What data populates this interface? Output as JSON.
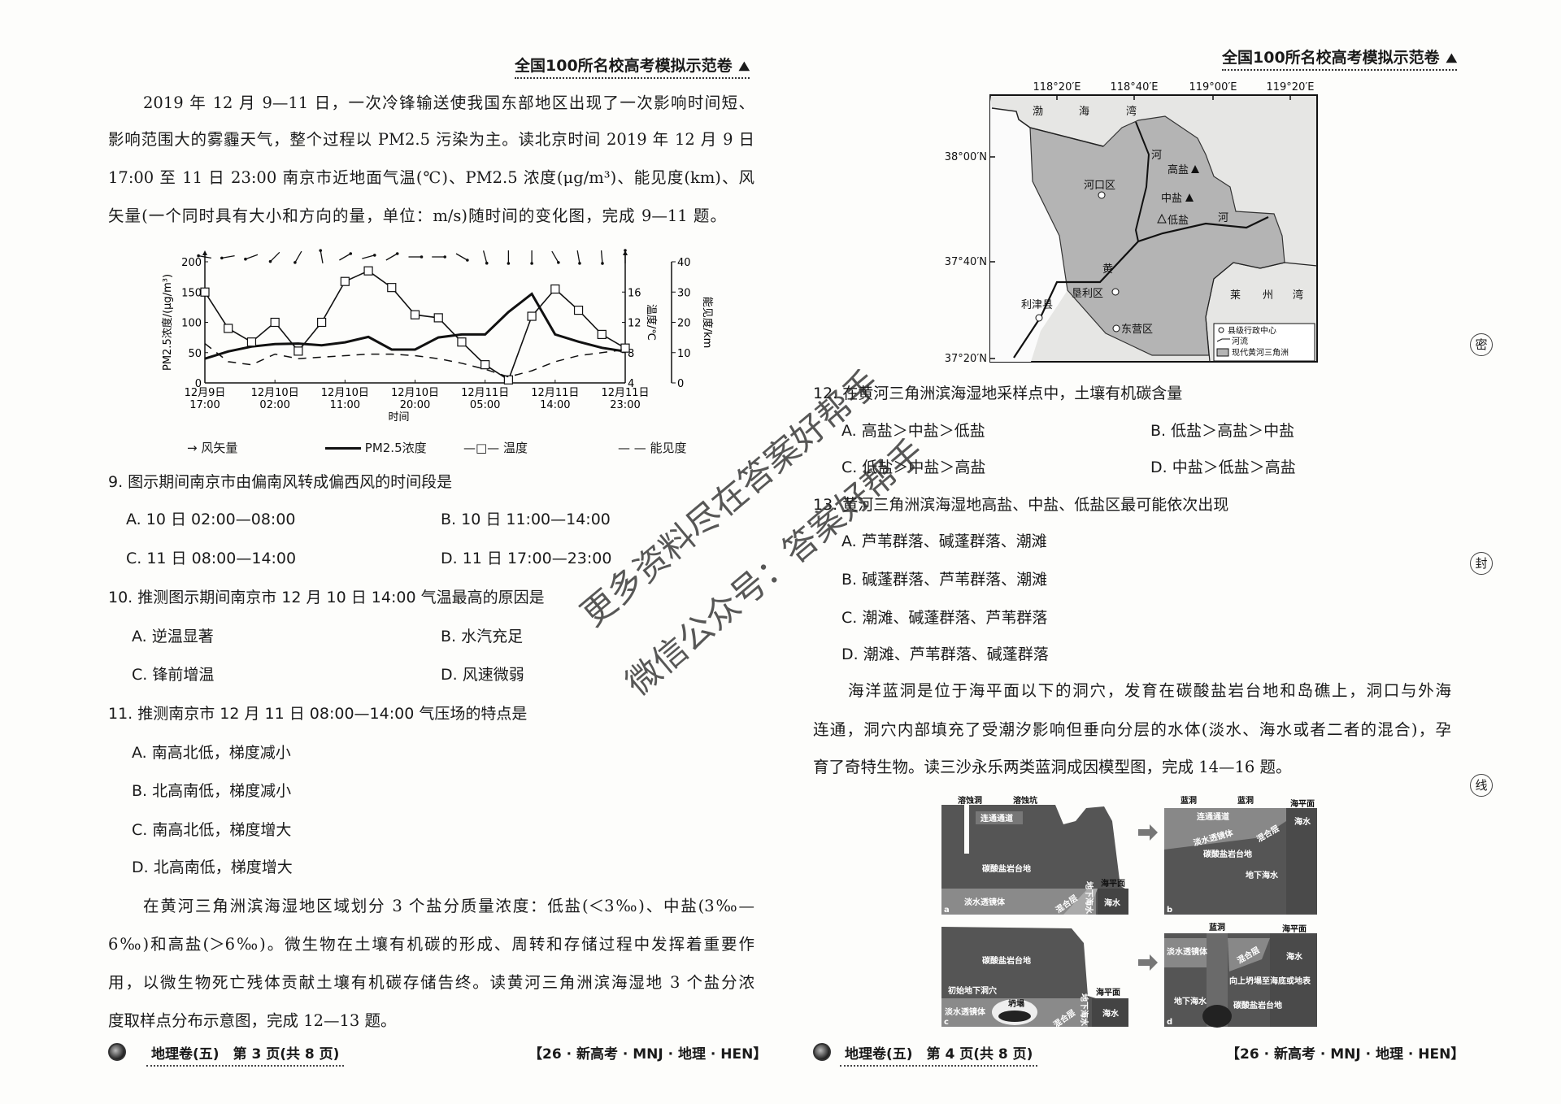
{
  "left_page": {
    "header": "全国100所名校高考模拟示范卷",
    "intro_lines": [
      "2019 年 12 月 9—11 日，一次冷锋输送使我国东部地区出现了一次影响时间短、",
      "影响范围大的雾霾天气，整个过程以 PM2.5 污染为主。读北京时间 2019 年 12 月 9 日",
      "17:00 至 11 日 23:00 南京市近地面气温(℃)、PM2.5 浓度(μg/m³)、能见度(km)、风",
      "矢量(一个同时具有大小和方向的量，单位：m/s)随时间的变化图，完成 9—11 题。"
    ],
    "questions": [
      {
        "stem": "9. 图示期间南京市由偏南风转成偏西风的时间段是",
        "options": [
          "A. 10 日 02:00—08:00",
          "B. 10 日 11:00—14:00",
          "C. 11 日 08:00—14:00",
          "D. 11 日 17:00—23:00"
        ]
      },
      {
        "stem": "10. 推测图示期间南京市 12 月 10 日 14:00 气温最高的原因是",
        "options": [
          "A. 逆温显著",
          "B. 水汽充足",
          "C. 锋前增温",
          "D. 风速微弱"
        ]
      },
      {
        "stem": "11. 推测南京市 12 月 11 日 08:00—14:00 气压场的特点是",
        "options": [
          "A. 南高北低，梯度减小",
          "B. 北高南低，梯度减小",
          "C. 南高北低，梯度增大",
          "D. 北高南低，梯度增大"
        ]
      }
    ],
    "passage_lines": [
      "在黄河三角洲滨海湿地区域划分 3 个盐分质量浓度：低盐(＜3‰)、中盐(3‰—",
      "6‰)和高盐(＞6‰)。微生物在土壤有机碳的形成、周转和存储过程中发挥着重要作",
      "用，以微生物死亡残体贡献土壤有机碳存储告终。读黄河三角洲滨海湿地 3 个盐分浓",
      "度取样点分布示意图，完成 12—13 题。"
    ],
    "footer_left": "地理卷(五)　第 3 页(共 8 页)",
    "footer_right": "【26 · 新高考 · MNJ · 地理 · HEN】"
  },
  "chart_data": {
    "type": "line",
    "xlabel": "时间",
    "x": [
      "12月9日17:00",
      "20:00",
      "23:00",
      "12月10日02:00",
      "05:00",
      "08:00",
      "12月10日11:00",
      "14:00",
      "17:00",
      "12月10日20:00",
      "23:00",
      "02:00",
      "12月11日05:00",
      "08:00",
      "11:00",
      "12月11日14:00",
      "17:00",
      "20:00",
      "12月11日23:00"
    ],
    "x_tick_labels": [
      {
        "index": 0,
        "line1": "12月9日",
        "line2": "17:00"
      },
      {
        "index": 3,
        "line1": "12月10日",
        "line2": "02:00"
      },
      {
        "index": 6,
        "line1": "12月10日",
        "line2": "11:00"
      },
      {
        "index": 9,
        "line1": "12月10日",
        "line2": "20:00"
      },
      {
        "index": 12,
        "line1": "12月11日",
        "line2": "05:00"
      },
      {
        "index": 15,
        "line1": "12月11日",
        "line2": "14:00"
      },
      {
        "index": 18,
        "line1": "12月11日",
        "line2": "23:00"
      }
    ],
    "axes": {
      "left": {
        "label": "PM2.5浓度/(μg/m³)",
        "range": [
          0,
          200
        ],
        "ticks": [
          "0",
          "50",
          "100",
          "150",
          "200"
        ]
      },
      "right_inner": {
        "label": "温度/℃",
        "range": [
          4,
          20
        ],
        "ticks": [
          "4",
          "8",
          "12",
          "16"
        ]
      },
      "right_outer": {
        "label": "能见度/km",
        "range": [
          0,
          40
        ],
        "ticks": [
          "0",
          "10",
          "20",
          "30",
          "40"
        ]
      }
    },
    "series": [
      {
        "name": "PM2.5浓度",
        "axis": "left",
        "style": "thick-solid",
        "values": [
          40,
          52,
          60,
          64,
          65,
          62,
          67,
          76,
          55,
          55,
          75,
          80,
          80,
          117,
          147,
          80,
          68,
          58,
          52
        ]
      },
      {
        "name": "温度",
        "axis": "right_inner",
        "style": "solid-square-markers",
        "values": [
          16,
          11.2,
          9.4,
          12,
          8.2,
          12,
          17.4,
          18.8,
          16.6,
          13,
          12.6,
          9.4,
          6.4,
          4.4,
          12.8,
          16.4,
          13.6,
          10.4,
          8.6
        ]
      },
      {
        "name": "能见度",
        "axis": "right_outer",
        "style": "dashed",
        "values": [
          13,
          7,
          6,
          9.5,
          8,
          8.5,
          9,
          9.5,
          9.5,
          9,
          8,
          6.5,
          4.5,
          2,
          4,
          7,
          9,
          10,
          11
        ]
      },
      {
        "name": "风矢量",
        "style": "arrows",
        "direction_deg": [
          -80,
          -100,
          -110,
          -135,
          -150,
          -10,
          60,
          75,
          60,
          90,
          90,
          120,
          165,
          180,
          180,
          150,
          170,
          175,
          0
        ]
      }
    ],
    "legend": {
      "placement": "bottom",
      "items": [
        "风矢量",
        "PM2.5浓度",
        "温度",
        "能见度"
      ]
    },
    "grid": false
  },
  "right_page": {
    "header": "全国100所名校高考模拟示范卷",
    "map": {
      "lon_labels": [
        "118°20′E",
        "118°40′E",
        "119°00′E",
        "119°20′E"
      ],
      "lat_labels": [
        "38°00′N",
        "37°40′N",
        "37°20′N"
      ],
      "sea_bohai": [
        "渤",
        "海",
        "湾"
      ],
      "sea_laizhou": [
        "莱",
        "州",
        "湾"
      ],
      "river_chars": [
        "河",
        "河",
        "黄"
      ],
      "places": {
        "hekou": "河口区",
        "kenli": "垦利区",
        "lijin": "利津县",
        "dongying": "东营区"
      },
      "samples": {
        "high": "高盐",
        "mid": "中盐",
        "low": "低盐"
      },
      "legend": [
        "县级行政中心",
        "河流",
        "现代黄河三角洲"
      ],
      "colors": {
        "delta": "#b4b4b4",
        "sea": "#e6e6e4"
      }
    },
    "questions": [
      {
        "stem": "12. 在黄河三角洲滨海湿地采样点中，土壤有机碳含量",
        "options": [
          "A. 高盐＞中盐＞低盐",
          "B. 低盐＞高盐＞中盐",
          "C. 低盐＞中盐＞高盐",
          "D. 中盐＞低盐＞高盐"
        ]
      },
      {
        "stem": "13. 黄河三角洲滨海湿地高盐、中盐、低盐区最可能依次出现",
        "options": [
          "A. 芦苇群落、碱蓬群落、潮滩",
          "B. 碱蓬群落、芦苇群落、潮滩",
          "C. 潮滩、碱蓬群落、芦苇群落",
          "D. 潮滩、芦苇群落、碱蓬群落"
        ]
      }
    ],
    "passage_lines": [
      "海洋蓝洞是位于海平面以下的洞穴，发育在碳酸盐岩台地和岛礁上，洞口与外海",
      "连通，洞穴内部填充了受潮汐影响但垂向分层的水体(淡水、海水或者二者的混合)，孕",
      "育了奇特生物。读三沙永乐两类蓝洞成因模型图，完成 14—16 题。"
    ],
    "figure": {
      "a": {
        "tag": "a",
        "labels": [
          "溶蚀洞",
          "溶蚀坑",
          "连通通道",
          "碳酸盐岩台地",
          "海平面",
          "淡水透镜体",
          "混合层",
          "地下海水",
          "海水"
        ]
      },
      "b": {
        "tag": "b",
        "labels": [
          "蓝洞",
          "蓝洞",
          "海平面",
          "海水",
          "连通通道",
          "淡水透镜体",
          "混合层",
          "碳酸盐岩台地",
          "地下海水"
        ]
      },
      "c": {
        "tag": "c",
        "labels": [
          "碳酸盐岩台地",
          "初始地下洞穴",
          "坍塌",
          "淡水透镜体",
          "混合层",
          "地下海水",
          "海平面",
          "海水"
        ]
      },
      "d": {
        "tag": "d",
        "labels": [
          "蓝洞",
          "海平面",
          "淡水透镜体",
          "混合层",
          "海水",
          "向上坍塌至海底或地表",
          "地下海水",
          "碳酸盐岩台地"
        ]
      }
    },
    "footer_left": "地理卷(五)　第 4 页(共 8 页)",
    "footer_right": "【26 · 新高考 · MNJ · 地理 · HEN】",
    "binding_marks": [
      "密",
      "封",
      "线"
    ]
  },
  "watermark": [
    "更多资料尽在答案好帮手",
    "微信公众号：答案好帮手"
  ]
}
